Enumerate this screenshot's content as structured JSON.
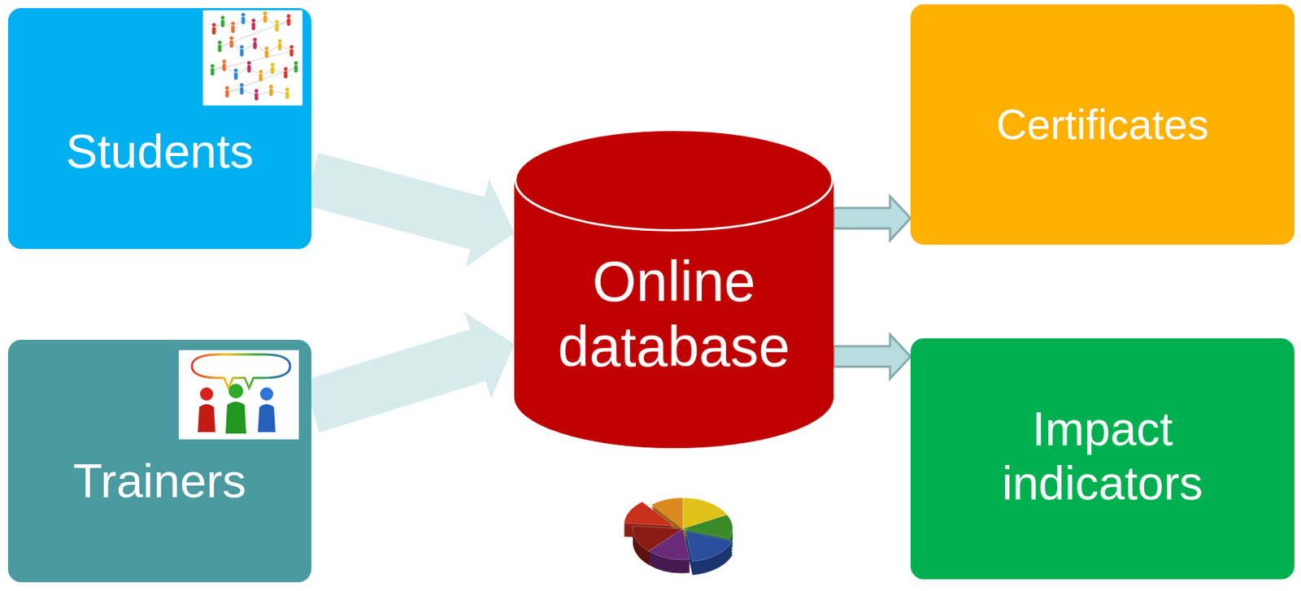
{
  "diagram": {
    "nodes": [
      {
        "text": [
          "Students"
        ]
      },
      {
        "text": [
          "Trainers"
        ]
      },
      {
        "text": [
          "Online database"
        ]
      },
      {
        "text": [
          "Certificates"
        ]
      },
      {
        "text": [
          "Impact indicators"
        ]
      }
    ],
    "edges": [
      {
        "from": 0,
        "to": 2,
        "arrow": "to"
      },
      {
        "from": 1,
        "to": 2,
        "arrow": "to"
      },
      {
        "from": 2,
        "to": 3,
        "arrow": "to"
      },
      {
        "from": 2,
        "to": 4,
        "arrow": "to"
      }
    ]
  }
}
